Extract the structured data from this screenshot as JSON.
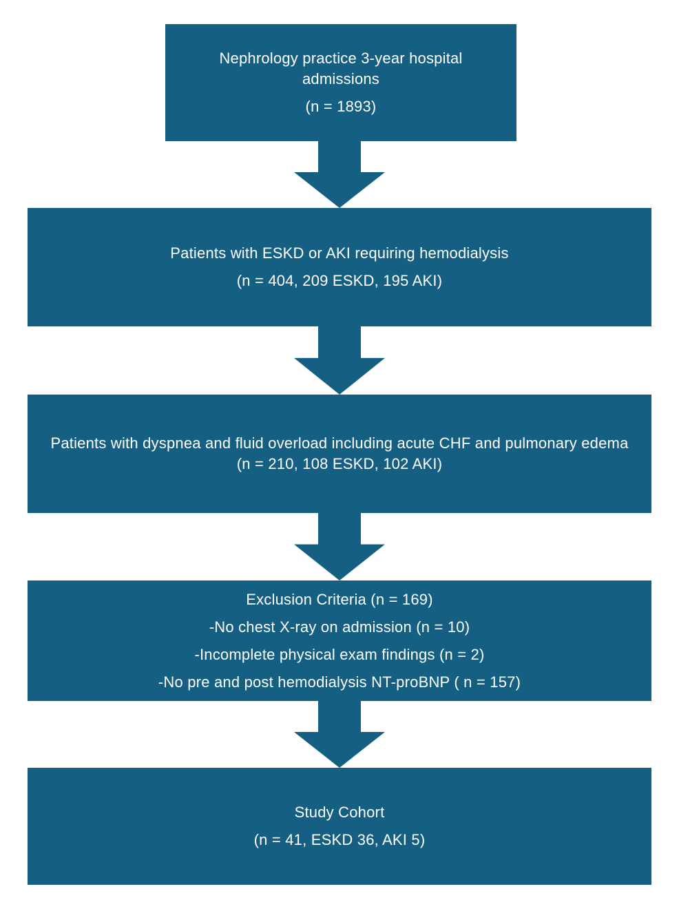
{
  "colors": {
    "box": "#156082",
    "text": "#ffffff",
    "background": "#ffffff"
  },
  "flow": {
    "boxes": [
      {
        "id": "admissions",
        "lines": [
          "Nephrology practice 3-year hospital admissions",
          "(n = 1893)"
        ]
      },
      {
        "id": "hemodialysis-patients",
        "lines": [
          "Patients with ESKD or AKI requiring hemodialysis",
          "(n = 404, 209 ESKD, 195 AKI)"
        ]
      },
      {
        "id": "dyspnea-fluid-overload",
        "lines": [
          "Patients with dyspnea and fluid overload including acute CHF and pulmonary edema (n = 210, 108 ESKD, 102 AKI)"
        ]
      },
      {
        "id": "exclusion-criteria",
        "lines": [
          "Exclusion Criteria (n = 169)",
          "-No chest X-ray on admission (n = 10)",
          "-Incomplete physical exam findings (n = 2)",
          "-No pre and post hemodialysis NT-proBNP ( n = 157)"
        ]
      },
      {
        "id": "study-cohort",
        "lines": [
          "Study Cohort",
          "(n = 41, ESKD 36, AKI 5)"
        ]
      }
    ]
  }
}
